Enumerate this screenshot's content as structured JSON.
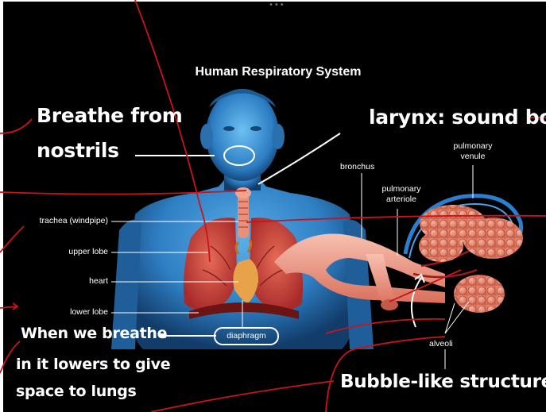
{
  "title": "Human Respiratory System",
  "labels": {
    "trachea": "trachea (windpipe)",
    "upper_lobe": "upper lobe",
    "heart": "heart",
    "lower_lobe": "lower lobe",
    "diaphragm": "diaphragm",
    "bronchus": "bronchus",
    "pulmonary_arteriole": "pulmonary\narteriole",
    "pulmonary_venule": "pulmonary\nvenule",
    "alveoli": "alveoli"
  },
  "annotations": {
    "breathe_line1": "Breathe from",
    "breathe_line2": "nostrils",
    "larynx": "larynx: sound box",
    "diaphragm_line1": "When we breathe",
    "diaphragm_line2": "in it lowers to give",
    "diaphragm_line3": "space to lungs",
    "alveoli_note": "Bubble-like structures"
  },
  "colors": {
    "background": "#000000",
    "body_blue": "#2f7fc4",
    "body_highlight": "#7fc6f5",
    "lung_red": "#c9413a",
    "heart_orange": "#e8a24a",
    "bronchus_pink": "#f0a08f",
    "vessel_blue": "#2a7fd1",
    "annotation_red": "#c8141b",
    "text_white": "#ffffff"
  },
  "handle_icon": "drag-handle-dots"
}
